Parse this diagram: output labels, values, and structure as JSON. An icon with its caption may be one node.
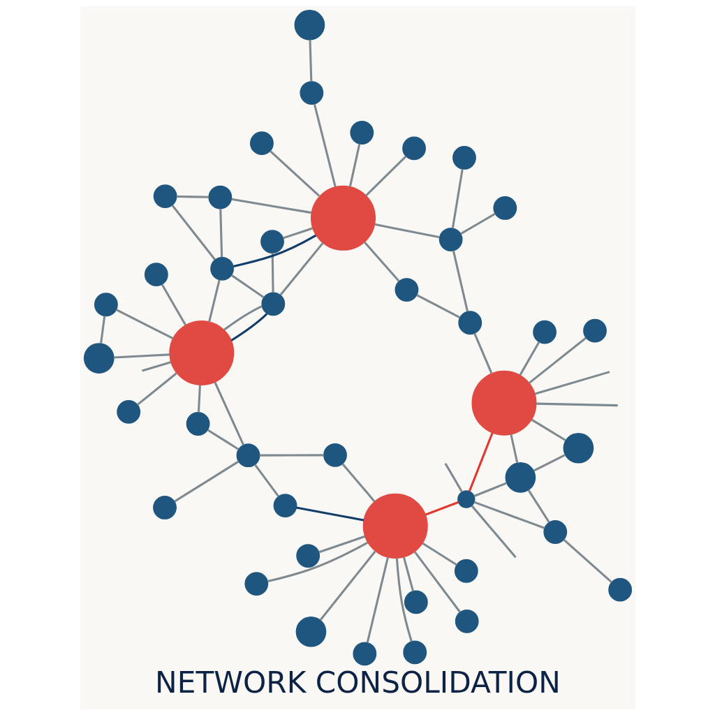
{
  "diagram": {
    "title": "NETWORK CONSOLIDATION",
    "nodes": [
      {
        "text": [],
        "shape": "circle"
      },
      {
        "text": [],
        "shape": "circle"
      },
      {
        "text": [],
        "shape": "circle"
      },
      {
        "text": [],
        "shape": "circle"
      },
      {
        "text": [],
        "shape": "circle"
      },
      {
        "text": [],
        "shape": "circle"
      },
      {
        "text": [],
        "shape": "circle"
      },
      {
        "text": [],
        "shape": "circle"
      },
      {
        "text": [],
        "shape": "circle"
      },
      {
        "text": [],
        "shape": "circle"
      },
      {
        "text": [],
        "shape": "circle"
      },
      {
        "text": [],
        "shape": "circle"
      },
      {
        "text": [],
        "shape": "circle"
      },
      {
        "text": [],
        "shape": "circle"
      },
      {
        "text": [],
        "shape": "circle"
      },
      {
        "text": [],
        "shape": "circle"
      },
      {
        "text": [],
        "shape": "circle"
      },
      {
        "text": [],
        "shape": "circle"
      },
      {
        "text": [],
        "shape": "circle"
      },
      {
        "text": [],
        "shape": "circle"
      },
      {
        "text": [],
        "shape": "circle"
      },
      {
        "text": [],
        "shape": "circle"
      },
      {
        "text": [],
        "shape": "circle"
      },
      {
        "text": [],
        "shape": "circle"
      },
      {
        "text": [],
        "shape": "circle"
      },
      {
        "text": [],
        "shape": "circle"
      },
      {
        "text": [],
        "shape": "circle"
      },
      {
        "text": [],
        "shape": "circle"
      },
      {
        "text": [],
        "shape": "circle"
      },
      {
        "text": [],
        "shape": "circle"
      },
      {
        "text": [],
        "shape": "circle"
      },
      {
        "text": [],
        "shape": "circle"
      },
      {
        "text": [],
        "shape": "circle"
      },
      {
        "text": [],
        "shape": "circle"
      },
      {
        "text": [],
        "shape": "circle"
      },
      {
        "text": [],
        "shape": "circle"
      },
      {
        "text": [],
        "shape": "circle"
      },
      {
        "text": [],
        "shape": "circle"
      },
      {
        "text": [],
        "shape": "circle"
      },
      {
        "text": [],
        "shape": "circle"
      },
      {
        "text": [],
        "shape": "circle"
      },
      {
        "text": [],
        "shape": "circle"
      },
      {
        "text": [],
        "shape": "circle"
      }
    ],
    "edges": [
      {
        "from": 0,
        "to": 6,
        "arrow": "none"
      },
      {
        "from": 4,
        "to": 8,
        "arrow": "none"
      },
      {
        "from": 4,
        "to": 14,
        "arrow": "none"
      },
      {
        "from": 6,
        "to": 8,
        "arrow": "none"
      },
      {
        "from": 6,
        "to": 13,
        "arrow": "none"
      },
      {
        "from": 8,
        "to": 13,
        "arrow": "none"
      },
      {
        "from": 8,
        "to": 14,
        "arrow": "none"
      },
      {
        "from": 11,
        "to": 14,
        "arrow": "none"
      },
      {
        "from": 18,
        "to": 14,
        "arrow": "none"
      },
      {
        "from": 14,
        "to": 13,
        "arrow": "none",
        "color": "#e0392f"
      },
      {
        "from": 14,
        "to": null,
        "arrow": "none"
      },
      {
        "from": 14,
        "to": null,
        "arrow": "none"
      },
      {
        "from": 14,
        "to": 21,
        "arrow": "none"
      },
      {
        "from": 13,
        "to": null,
        "arrow": "none"
      },
      {
        "from": 13,
        "to": null,
        "arrow": "none"
      },
      {
        "from": 13,
        "to": 10,
        "arrow": "none",
        "color": "#e0392f"
      },
      {
        "from": 3,
        "to": 10,
        "arrow": "none"
      },
      {
        "from": 1,
        "to": 10,
        "arrow": "none"
      },
      {
        "from": 5,
        "to": 10,
        "arrow": "none"
      },
      {
        "from": 2,
        "to": 10,
        "arrow": "none"
      },
      {
        "from": 7,
        "to": 10,
        "arrow": "none"
      },
      {
        "from": 9,
        "to": 10,
        "arrow": "none"
      },
      {
        "from": 15,
        "to": 10,
        "arrow": "none"
      },
      {
        "from": 12,
        "to": 10,
        "arrow": "none"
      },
      {
        "from": 10,
        "to": 19,
        "arrow": "none",
        "color": "#123d6b"
      },
      {
        "from": 10,
        "to": 16,
        "arrow": "none"
      },
      {
        "from": 16,
        "to": 20,
        "arrow": "none"
      },
      {
        "from": 17,
        "to": 20,
        "arrow": "none"
      },
      {
        "from": 19,
        "to": 20,
        "arrow": "none"
      },
      {
        "from": 20,
        "to": 22,
        "arrow": "none"
      },
      {
        "from": 20,
        "to": 29,
        "arrow": "none"
      },
      {
        "from": 22,
        "to": 29,
        "arrow": "none"
      },
      {
        "from": null,
        "to": 29,
        "arrow": "none"
      },
      {
        "from": 29,
        "to": 28,
        "arrow": "none"
      },
      {
        "from": 29,
        "to": 33,
        "arrow": "none"
      },
      {
        "from": 29,
        "to": 36,
        "arrow": "none"
      },
      {
        "from": 29,
        "to": 39,
        "arrow": "none"
      },
      {
        "from": 36,
        "to": 39,
        "arrow": "none"
      },
      {
        "from": 29,
        "to": 32,
        "arrow": "none"
      },
      {
        "from": 27,
        "to": 29,
        "arrow": "none",
        "color": "#123d6b"
      },
      {
        "from": 27,
        "to": 29,
        "arrow": "none"
      },
      {
        "from": 24,
        "to": 27,
        "arrow": "none"
      },
      {
        "from": 31,
        "to": 27,
        "arrow": "none"
      },
      {
        "from": 27,
        "to": 32,
        "arrow": "none"
      },
      {
        "from": 31,
        "to": 32,
        "arrow": "none",
        "color": "#123d6b"
      },
      {
        "from": 31,
        "to": 24,
        "arrow": "none"
      },
      {
        "from": 31,
        "to": 23,
        "arrow": "none"
      },
      {
        "from": 31,
        "to": 25,
        "arrow": "none"
      },
      {
        "from": 31,
        "to": 30,
        "arrow": "none"
      },
      {
        "from": 31,
        "to": 35,
        "arrow": "none"
      },
      {
        "from": 31,
        "to": 37,
        "arrow": "none"
      },
      {
        "from": 31,
        "to": 42,
        "arrow": "none"
      },
      {
        "from": 31,
        "to": 38,
        "arrow": "none"
      },
      {
        "from": 25,
        "to": 21,
        "arrow": "none"
      },
      {
        "from": 21,
        "to": 30,
        "arrow": "none"
      },
      {
        "from": 26,
        "to": 30,
        "arrow": "none"
      },
      {
        "from": 30,
        "to": 34,
        "arrow": "none"
      },
      {
        "from": 35,
        "to": 41,
        "arrow": "none"
      },
      {
        "from": 38,
        "to": 32,
        "arrow": "none"
      },
      {
        "from": 38,
        "to": 40,
        "arrow": "none"
      },
      {
        "from": 32,
        "to": 40,
        "arrow": "none"
      }
    ]
  }
}
